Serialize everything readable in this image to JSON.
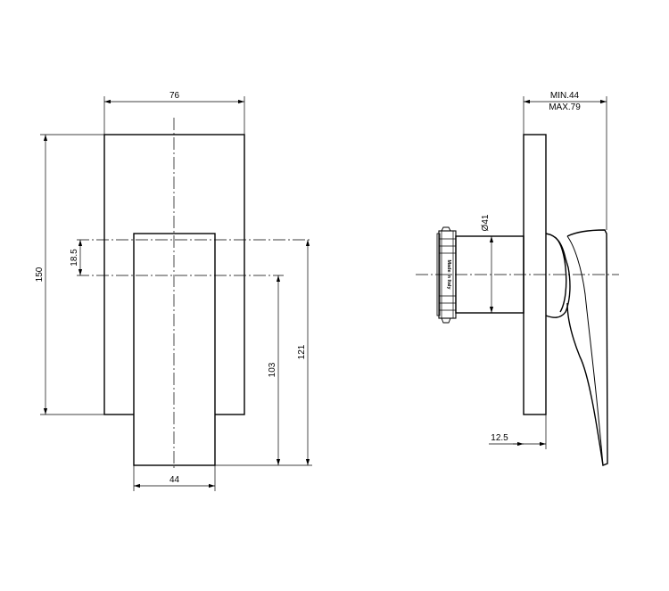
{
  "front_view": {
    "dim_width_plate": "76",
    "dim_height_plate": "150",
    "dim_offset": "18.5",
    "dim_lever_low": "103",
    "dim_lever_high": "121",
    "dim_width_lever": "44"
  },
  "side_view": {
    "dim_min": "MIN.44",
    "dim_max": "MAX.79",
    "dim_diameter": "Ø41",
    "dim_plate_thickness": "12.5",
    "ring_marking": "Made in Italy"
  }
}
